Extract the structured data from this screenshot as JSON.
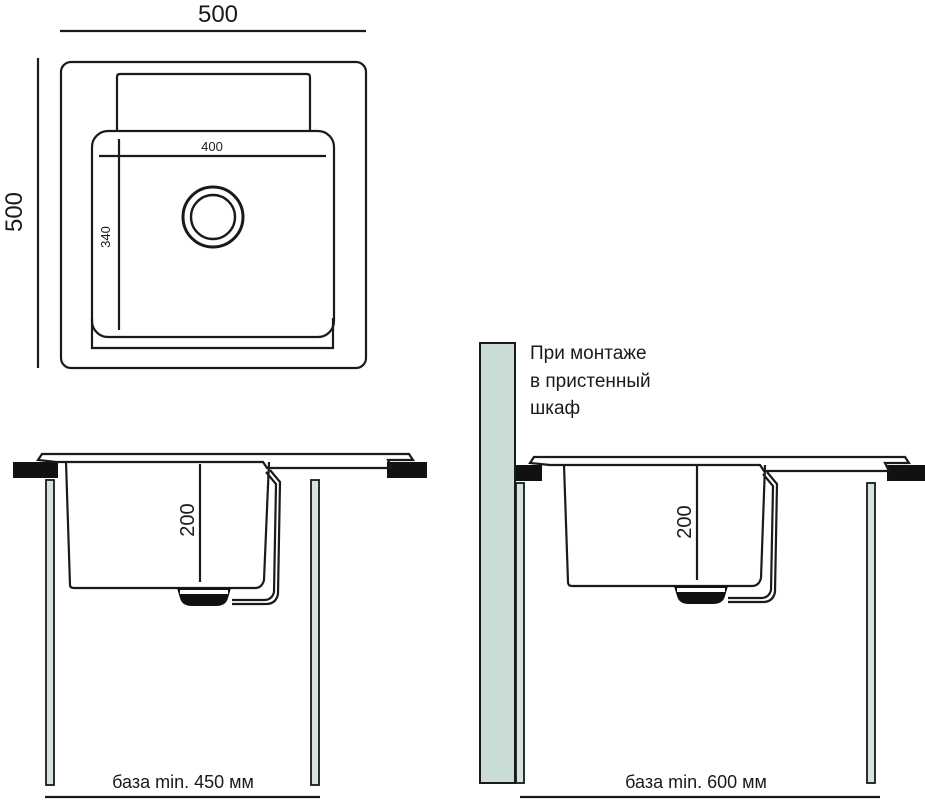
{
  "top_view": {
    "overall_width": "500",
    "overall_depth": "500",
    "bowl_width": "400",
    "bowl_depth": "340"
  },
  "side_view_standard": {
    "bowl_height": "200",
    "cabinet_label": "база min. 450 мм"
  },
  "side_view_wall": {
    "bowl_height": "200",
    "note_lines": [
      "При монтаже",
      "в пристенный",
      "шкаф"
    ],
    "cabinet_label": "база min. 600 мм"
  },
  "colors": {
    "line": "#1a1a1a",
    "wall_fill": "#c9dcd8",
    "cabinet_post_fill": "#d6e4e0",
    "fitting": "#111111"
  }
}
